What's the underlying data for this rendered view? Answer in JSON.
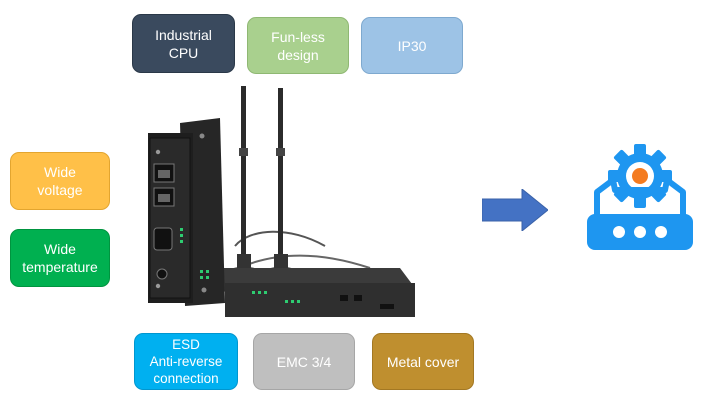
{
  "features": {
    "industrial_cpu": "Industrial\nCPU",
    "fanless": "Fun-less\ndesign",
    "ip30": "IP30",
    "wide_voltage": "Wide\nvoltage",
    "wide_temperature": "Wide\ntemperature",
    "esd": "ESD\nAnti-reverse\nconnection",
    "emc": "EMC 3/4",
    "metal_cover": "Metal cover"
  },
  "icons": {
    "device": "industrial-router-photo",
    "arrow": "right-arrow-icon",
    "router": "router-settings-icon"
  },
  "colors": {
    "cpu": "#3a4a5e",
    "fanless": "#a9d08e",
    "ip30": "#9dc3e6",
    "wide_voltage": "#ffc048",
    "wide_temperature": "#00b050",
    "esd": "#00b0f0",
    "emc": "#bfbfbf",
    "metal_cover": "#bf8f2f",
    "arrow": "#4472c4",
    "router_icon": "#1e96f0",
    "gear_center": "#f47b20"
  }
}
